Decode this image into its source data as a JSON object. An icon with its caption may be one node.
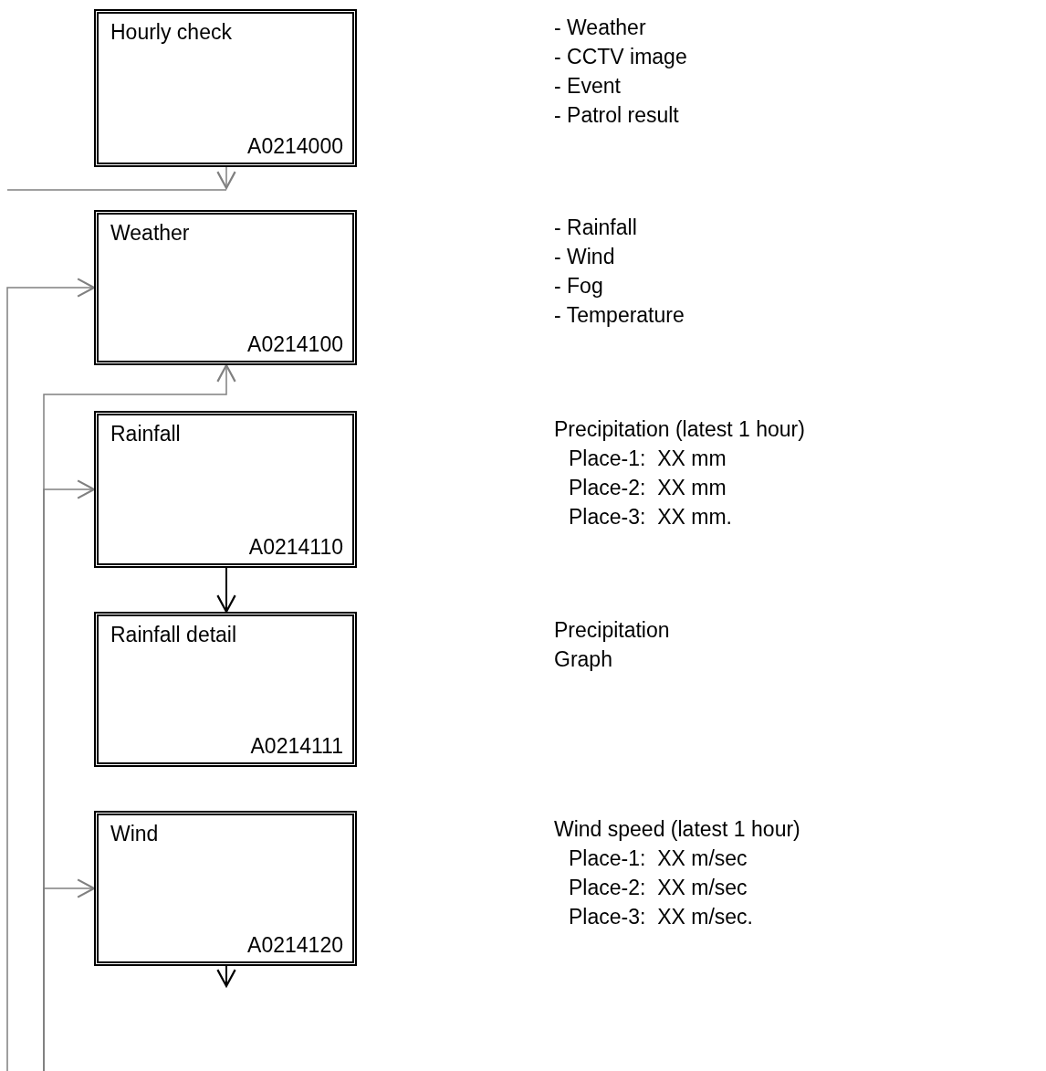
{
  "diagram": {
    "nodes": [
      {
        "text": [
          "Hourly check",
          "A0214000"
        ],
        "beside": [
          "- Weather",
          "- CCTV image",
          "- Event",
          "- Patrol result"
        ]
      },
      {
        "text": [
          "Weather",
          "A0214100"
        ],
        "beside": [
          "- Rainfall",
          "- Wind",
          "- Fog",
          "- Temperature"
        ]
      },
      {
        "text": [
          "Rainfall",
          "A0214110"
        ],
        "beside": [
          "Precipitation (latest 1 hour)",
          "Place-1:  XX mm",
          "Place-2:  XX mm",
          "Place-3:  XX mm."
        ]
      },
      {
        "text": [
          "Rainfall detail",
          "A0214111"
        ],
        "beside": [
          "Precipitation",
          "Graph"
        ]
      },
      {
        "text": [
          "Wind",
          "A0214120"
        ],
        "beside": [
          "Wind speed (latest 1 hour)",
          "Place-1:  XX m/sec",
          "Place-2:  XX m/sec",
          "Place-3:  XX m/sec."
        ]
      }
    ],
    "edges": [
      {
        "from": 0,
        "to": null,
        "arrow": "to"
      },
      {
        "from": null,
        "to": 1,
        "arrow": "to"
      },
      {
        "from": null,
        "to": 1,
        "arrow": "to"
      },
      {
        "from": null,
        "to": 2,
        "arrow": "to"
      },
      {
        "from": 2,
        "to": 3,
        "arrow": "to",
        "color": "#000000"
      },
      {
        "from": null,
        "to": 4,
        "arrow": "to"
      },
      {
        "from": 4,
        "to": null,
        "arrow": "to",
        "color": "#000000"
      }
    ]
  }
}
